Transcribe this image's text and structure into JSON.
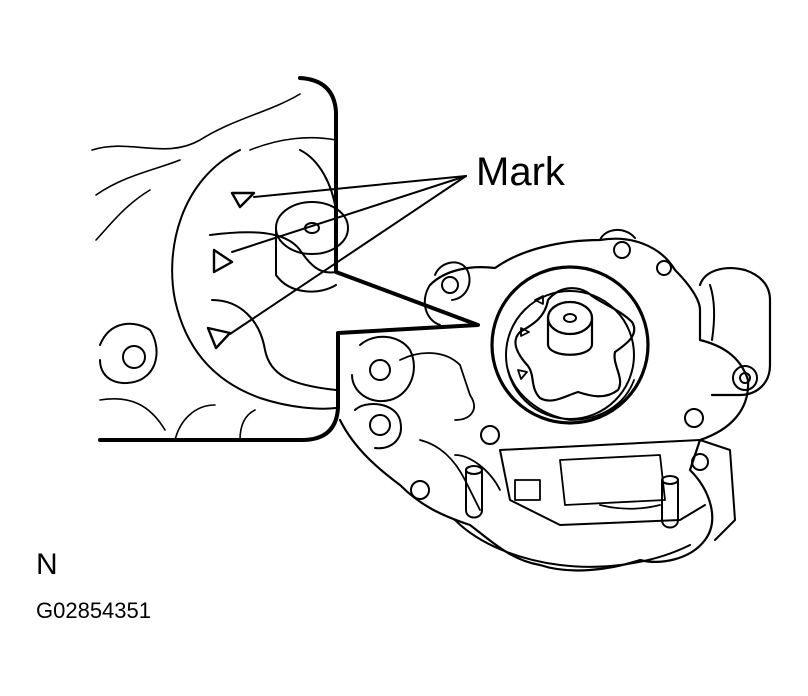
{
  "labels": {
    "callout": "Mark",
    "view_letter": "N",
    "figure_id": "G02854351"
  },
  "colors": {
    "line": "#000000",
    "background": "#ffffff"
  }
}
